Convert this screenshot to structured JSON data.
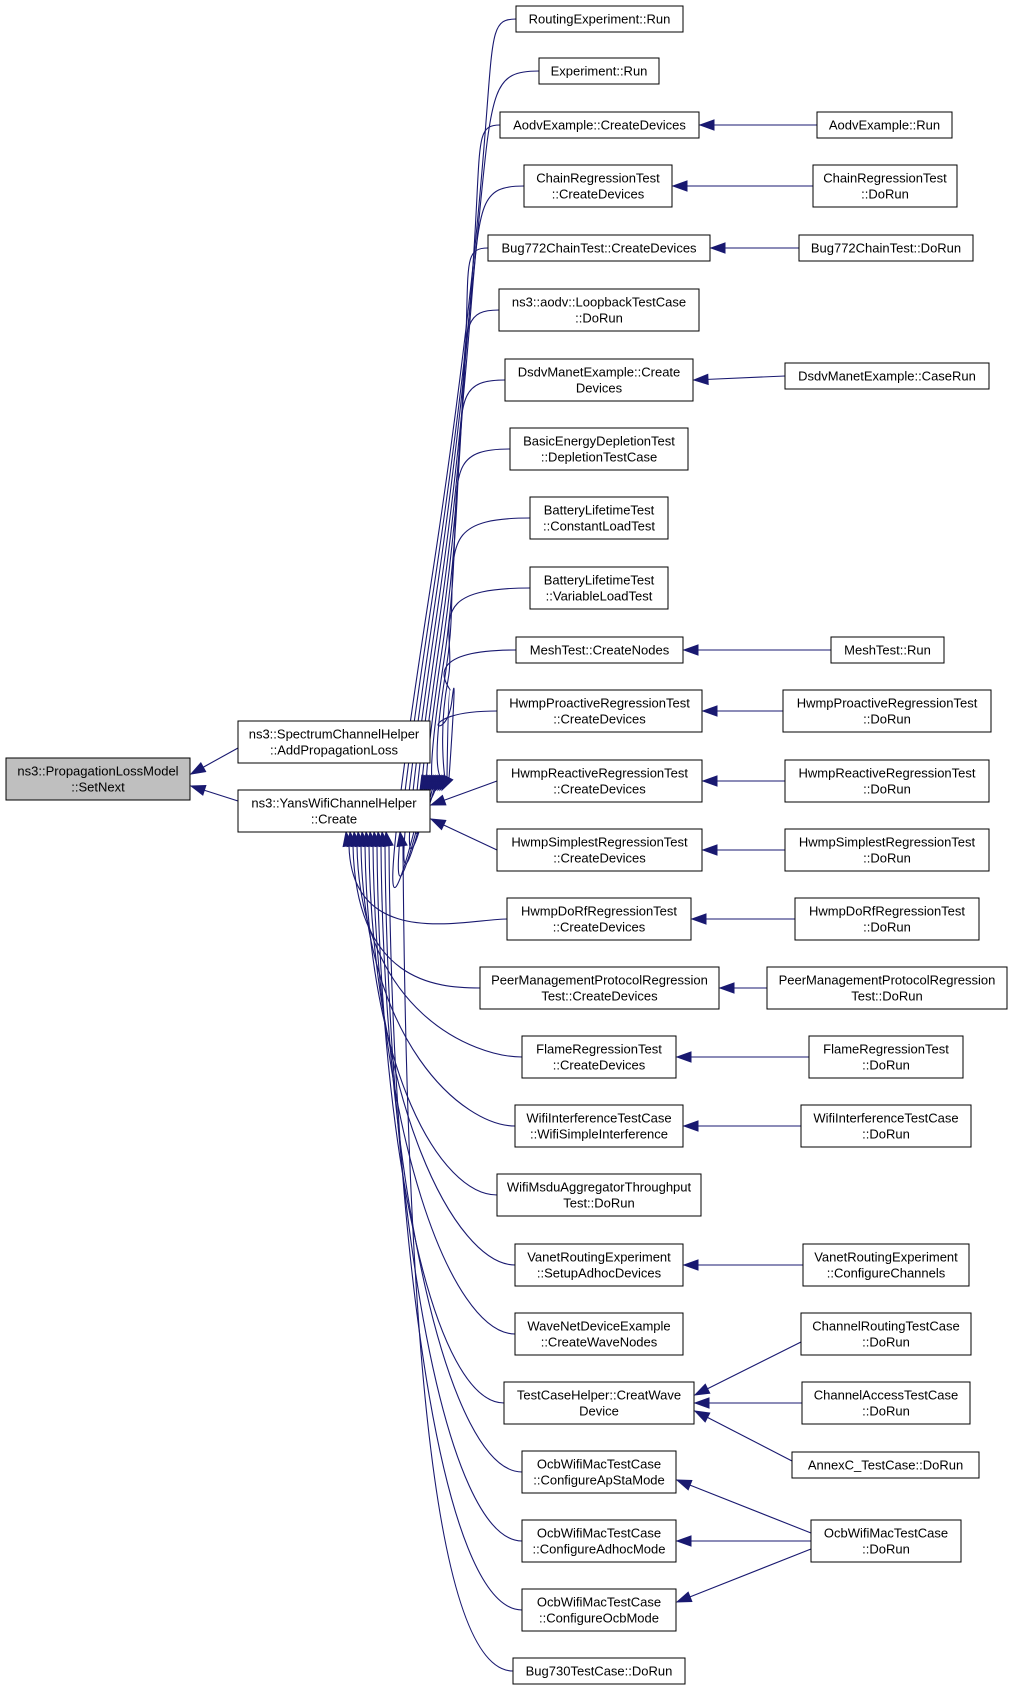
{
  "colors": {
    "edge": "#191970",
    "node_fill": "#ffffff",
    "focus_fill": "#bfbfbf",
    "border": "#000000"
  },
  "nodes": [
    {
      "id": "root",
      "lines": [
        "ns3::PropagationLossModel",
        "::SetNext"
      ],
      "focus": true
    },
    {
      "id": "spec",
      "lines": [
        "ns3::SpectrumChannelHelper",
        "::AddPropagationLoss"
      ]
    },
    {
      "id": "yans",
      "lines": [
        "ns3::YansWifiChannelHelper",
        "::Create"
      ]
    },
    {
      "id": "n1",
      "lines": [
        "RoutingExperiment::Run"
      ]
    },
    {
      "id": "n2",
      "lines": [
        "Experiment::Run"
      ]
    },
    {
      "id": "n3",
      "lines": [
        "AodvExample::CreateDevices"
      ]
    },
    {
      "id": "n3r",
      "lines": [
        "AodvExample::Run"
      ]
    },
    {
      "id": "n4",
      "lines": [
        "ChainRegressionTest",
        "::CreateDevices"
      ]
    },
    {
      "id": "n4r",
      "lines": [
        "ChainRegressionTest",
        "::DoRun"
      ]
    },
    {
      "id": "n5",
      "lines": [
        "Bug772ChainTest::CreateDevices"
      ]
    },
    {
      "id": "n5r",
      "lines": [
        "Bug772ChainTest::DoRun"
      ]
    },
    {
      "id": "n6",
      "lines": [
        "ns3::aodv::LoopbackTestCase",
        "::DoRun"
      ]
    },
    {
      "id": "n7",
      "lines": [
        "DsdvManetExample::Create",
        "Devices"
      ]
    },
    {
      "id": "n7r",
      "lines": [
        "DsdvManetExample::CaseRun"
      ]
    },
    {
      "id": "n8",
      "lines": [
        "BasicEnergyDepletionTest",
        "::DepletionTestCase"
      ]
    },
    {
      "id": "n9",
      "lines": [
        "BatteryLifetimeTest",
        "::ConstantLoadTest"
      ]
    },
    {
      "id": "n10",
      "lines": [
        "BatteryLifetimeTest",
        "::VariableLoadTest"
      ]
    },
    {
      "id": "n11",
      "lines": [
        "MeshTest::CreateNodes"
      ]
    },
    {
      "id": "n11r",
      "lines": [
        "MeshTest::Run"
      ]
    },
    {
      "id": "n12",
      "lines": [
        "HwmpProactiveRegressionTest",
        "::CreateDevices"
      ]
    },
    {
      "id": "n12r",
      "lines": [
        "HwmpProactiveRegressionTest",
        "::DoRun"
      ]
    },
    {
      "id": "n13",
      "lines": [
        "HwmpReactiveRegressionTest",
        "::CreateDevices"
      ]
    },
    {
      "id": "n13r",
      "lines": [
        "HwmpReactiveRegressionTest",
        "::DoRun"
      ]
    },
    {
      "id": "n14",
      "lines": [
        "HwmpSimplestRegressionTest",
        "::CreateDevices"
      ]
    },
    {
      "id": "n14r",
      "lines": [
        "HwmpSimplestRegressionTest",
        "::DoRun"
      ]
    },
    {
      "id": "n15",
      "lines": [
        "HwmpDoRfRegressionTest",
        "::CreateDevices"
      ]
    },
    {
      "id": "n15r",
      "lines": [
        "HwmpDoRfRegressionTest",
        "::DoRun"
      ]
    },
    {
      "id": "n16",
      "lines": [
        "PeerManagementProtocolRegression",
        "Test::CreateDevices"
      ]
    },
    {
      "id": "n16r",
      "lines": [
        "PeerManagementProtocolRegression",
        "Test::DoRun"
      ]
    },
    {
      "id": "n17",
      "lines": [
        "FlameRegressionTest",
        "::CreateDevices"
      ]
    },
    {
      "id": "n17r",
      "lines": [
        "FlameRegressionTest",
        "::DoRun"
      ]
    },
    {
      "id": "n18",
      "lines": [
        "WifiInterferenceTestCase",
        "::WifiSimpleInterference"
      ]
    },
    {
      "id": "n18r",
      "lines": [
        "WifiInterferenceTestCase",
        "::DoRun"
      ]
    },
    {
      "id": "n19",
      "lines": [
        "WifiMsduAggregatorThroughput",
        "Test::DoRun"
      ]
    },
    {
      "id": "n20",
      "lines": [
        "VanetRoutingExperiment",
        "::SetupAdhocDevices"
      ]
    },
    {
      "id": "n20r",
      "lines": [
        "VanetRoutingExperiment",
        "::ConfigureChannels"
      ]
    },
    {
      "id": "n21",
      "lines": [
        "WaveNetDeviceExample",
        "::CreateWaveNodes"
      ]
    },
    {
      "id": "n22",
      "lines": [
        "TestCaseHelper::CreatWave",
        "Device"
      ]
    },
    {
      "id": "n22a",
      "lines": [
        "ChannelRoutingTestCase",
        "::DoRun"
      ]
    },
    {
      "id": "n22b",
      "lines": [
        "ChannelAccessTestCase",
        "::DoRun"
      ]
    },
    {
      "id": "n22c",
      "lines": [
        "AnnexC_TestCase::DoRun"
      ]
    },
    {
      "id": "n23",
      "lines": [
        "OcbWifiMacTestCase",
        "::ConfigureApStaMode"
      ]
    },
    {
      "id": "n24",
      "lines": [
        "OcbWifiMacTestCase",
        "::ConfigureAdhocMode"
      ]
    },
    {
      "id": "n25",
      "lines": [
        "OcbWifiMacTestCase",
        "::ConfigureOcbMode"
      ]
    },
    {
      "id": "n2325r",
      "lines": [
        "OcbWifiMacTestCase",
        "::DoRun"
      ]
    },
    {
      "id": "n26",
      "lines": [
        "Bug730TestCase::DoRun"
      ]
    }
  ]
}
